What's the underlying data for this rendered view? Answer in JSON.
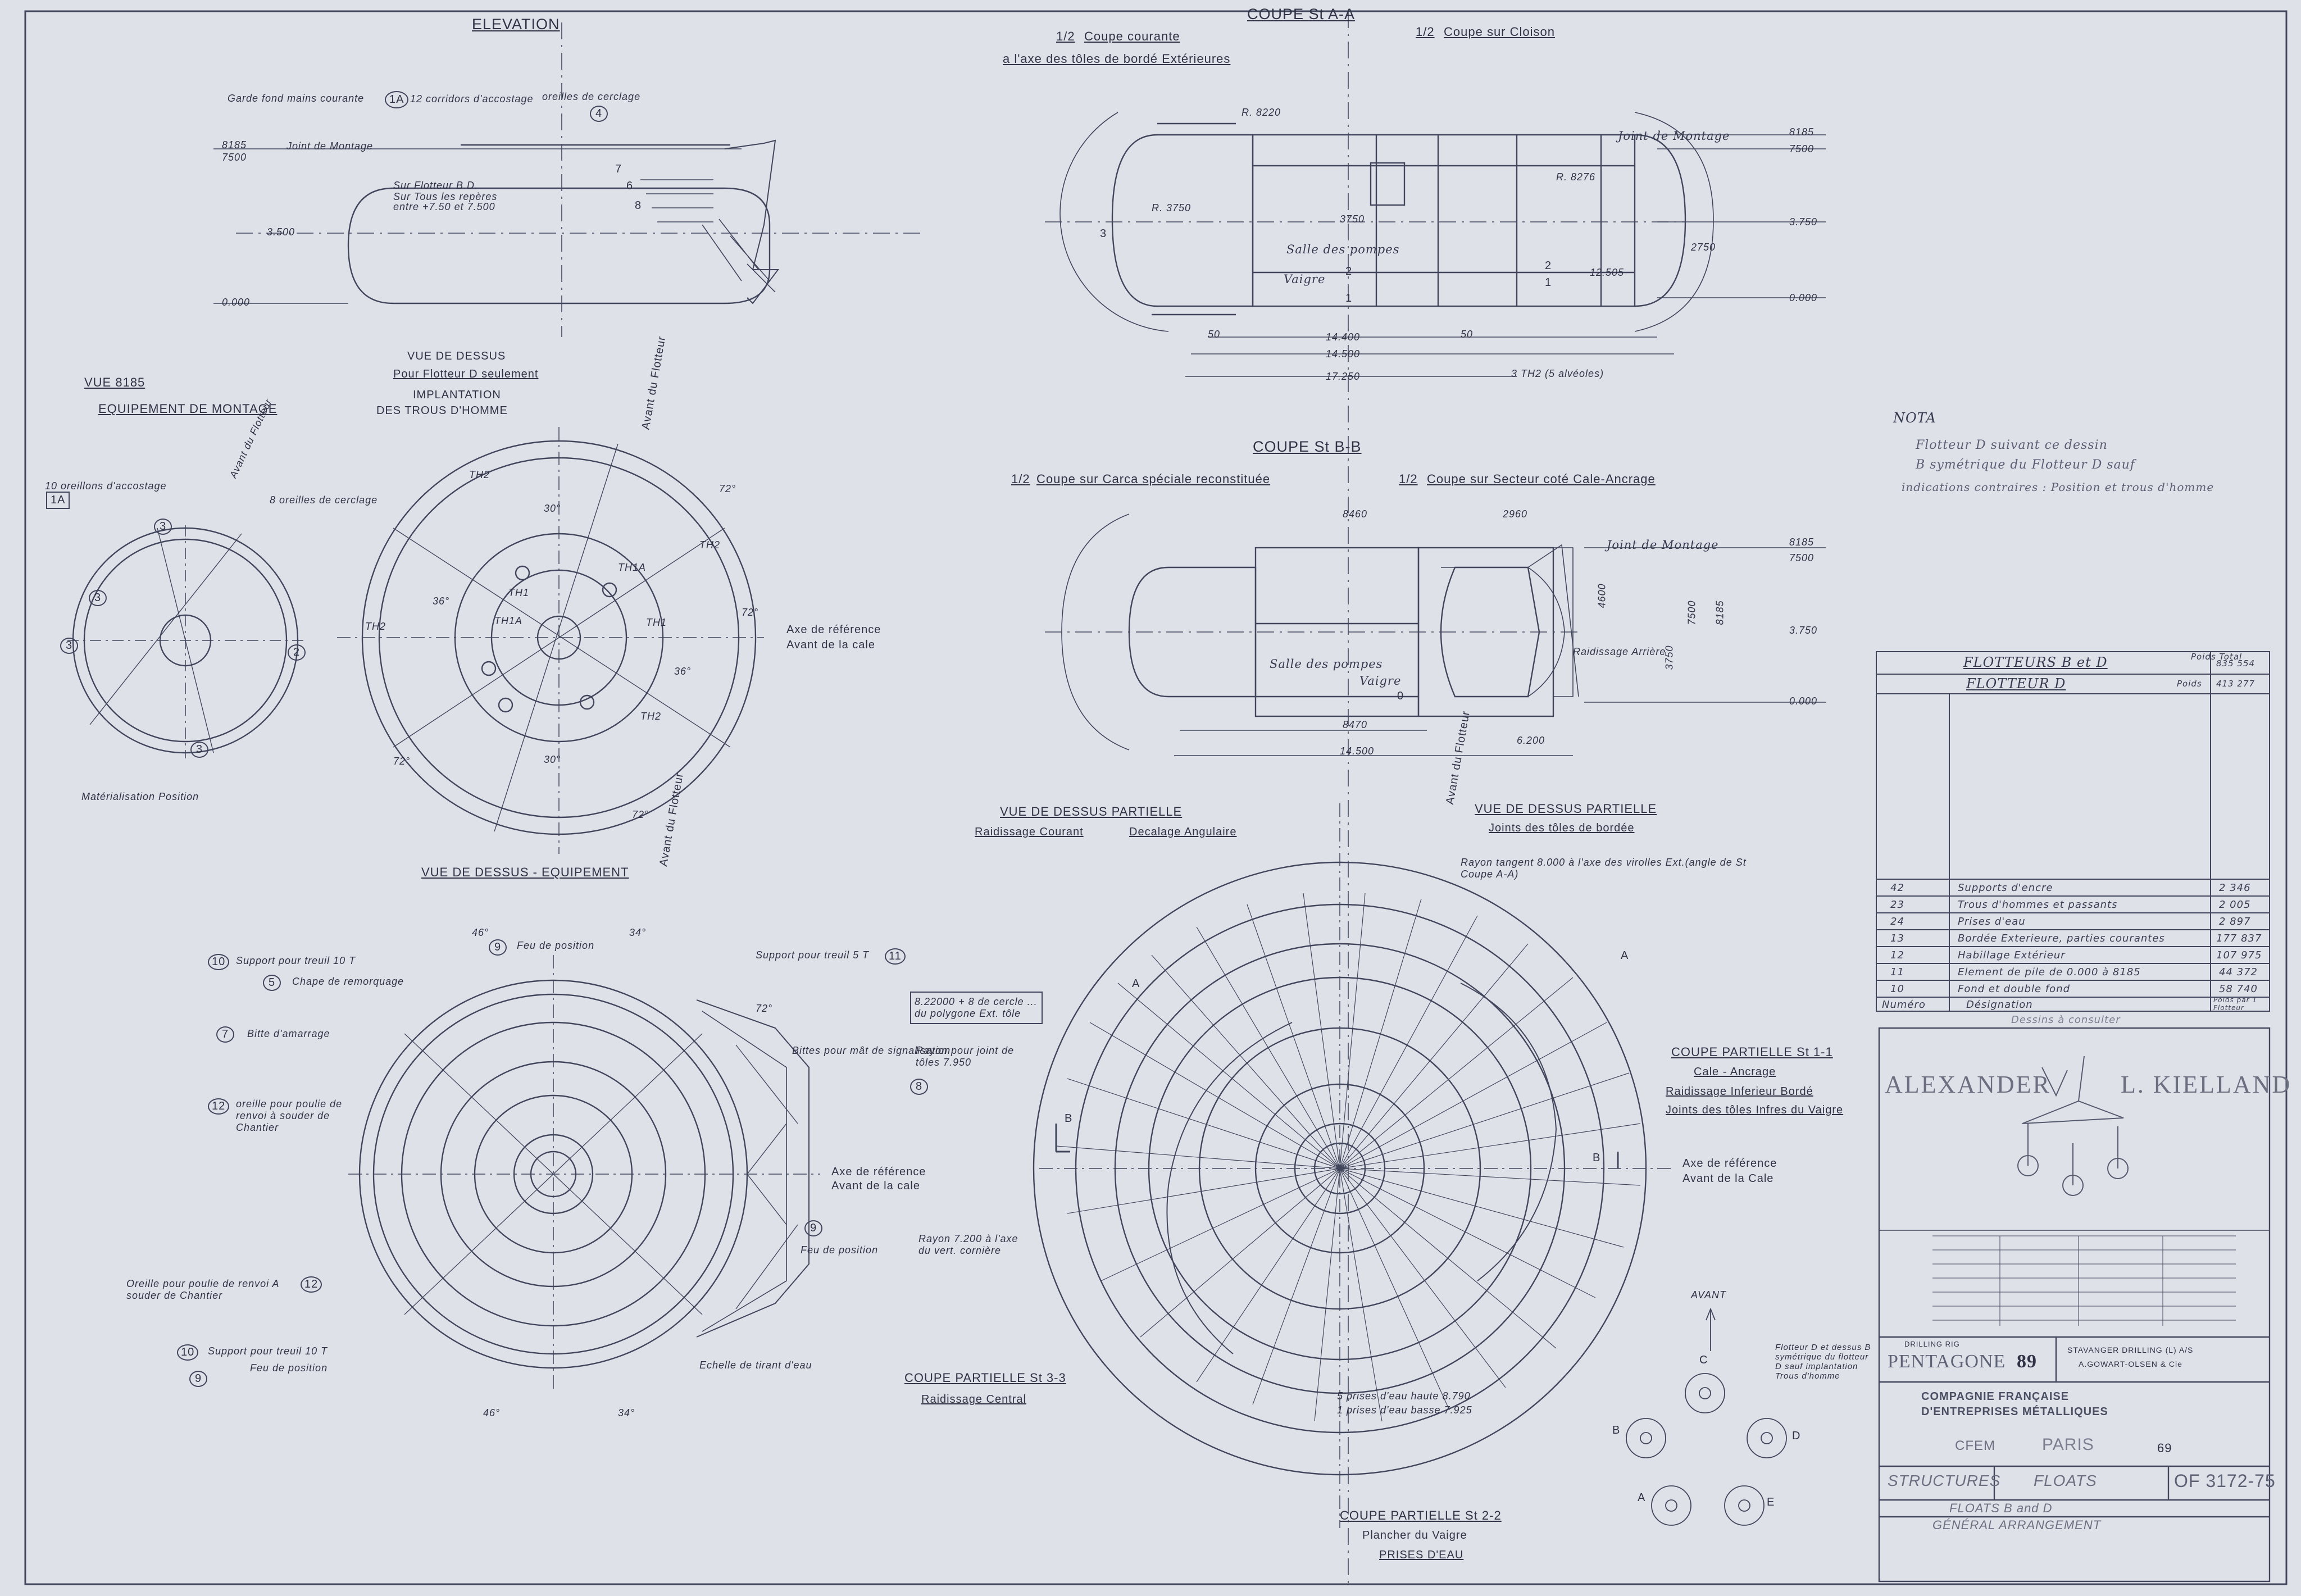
{
  "views": {
    "elevation": {
      "title": "ELEVATION",
      "mark_1a": "1A",
      "n4": "4",
      "n6": "6",
      "n7": "7",
      "n8": "8",
      "notes": [
        "Garde fond mains courante",
        "12 corridors d'accostage",
        "oreilles de cerclage",
        "Joint de Montage",
        "Sur Flotteur B.D.",
        "Sur Tous les repères",
        "entre +7.50 et 7.500"
      ],
      "levels": [
        "8185",
        "7500",
        "3.500",
        "0.000"
      ]
    },
    "coupe_aa": {
      "title": "COUPE St A-A",
      "half_left": "Coupe courante",
      "half_left_2": "a l'axe des tôles de bordé Extérieures",
      "half_right": "Coupe sur Cloison",
      "frac": "1/2",
      "dims": [
        "R. 8220",
        "R. 3750",
        "R. 8276",
        "14.400",
        "14.500",
        "17.250",
        "50",
        "50",
        "3750",
        "2750"
      ],
      "labels": [
        "Joint de Montage",
        "Salle des pompes",
        "Vaigre",
        "3 TH2 (5 alvéoles)",
        "12.505"
      ],
      "levels": [
        "8185",
        "7500",
        "3.750",
        "0.000"
      ],
      "marks": [
        "1",
        "2",
        "3",
        "1",
        "2"
      ]
    },
    "vue_8185": {
      "title": "VUE 8185",
      "subtitle": "EQUIPEMENT DE MONTAGE",
      "mark": "1A",
      "notes": [
        "10 oreillons d'accostage",
        "8 oreilles de cerclage",
        "Avant du Flotteur",
        "Matérialisation Position"
      ],
      "numbers": [
        "3",
        "3",
        "3",
        "2",
        "3"
      ]
    },
    "vue_dessus_d": {
      "title": "VUE DE DESSUS",
      "line2": "Pour Flotteur D seulement",
      "line3": "IMPLANTATION",
      "line4": "DES TROUS D'HOMME",
      "avant": "Avant du Flotteur",
      "axe1": "Axe de référence",
      "axe2": "Avant de la cale",
      "labels": [
        "TH2",
        "TH2",
        "TH1",
        "TH1A",
        "TH1A",
        "TH2",
        "TH2",
        "TH1",
        "72°",
        "72°",
        "72°",
        "72°",
        "36°",
        "36°",
        "30°",
        "30°"
      ]
    },
    "coupe_bb": {
      "title": "COUPE St B-B",
      "half_left": "Coupe sur Carca spéciale reconstituée",
      "half_right": "Coupe sur Secteur coté Cale-Ancrage",
      "frac": "1/2",
      "dims": [
        "8460",
        "8470",
        "14.500",
        "2960",
        "6.200",
        "3750",
        "7500",
        "8185",
        "4600"
      ],
      "labels": [
        "Joint de Montage",
        "Salle des pompes",
        "Vaigre",
        "Raidissage Arrière",
        "0"
      ],
      "levels": [
        "8185",
        "7500",
        "3.750",
        "0.000"
      ]
    },
    "vue_partielle_left": {
      "title": "VUE DE DESSUS PARTIELLE",
      "l2": "Raidissage Courant",
      "l3": "Decalage Angulaire"
    },
    "vue_partielle_right": {
      "title": "VUE DE DESSUS PARTIELLE",
      "l2": "Joints des tôles de bordée",
      "avant": "Avant du Flotteur",
      "note": "Rayon tangent 8.000 à l'axe des virolles Ext.(angle de St Coupe A-A)"
    },
    "vue_equipement": {
      "title": "VUE DE DESSUS - EQUIPEMENT",
      "avant": "Avant du Flotteur",
      "callouts": [
        "Support pour treuil 10 T",
        "Chape de remorquage",
        "Bitte d'amarrage",
        "oreille pour poulie de renvoi à souder de Chantier",
        "Feu de position",
        "Support pour treuil 5 T",
        "Bittes pour mât de signalisation",
        "Feu de position",
        "Oreille pour poulie de renvoi A souder de Chantier",
        "Support pour treuil 10 T",
        "Feu de position",
        "Echelle de tirant d'eau"
      ],
      "nums": [
        "10",
        "5",
        "7",
        "12",
        "9",
        "11",
        "8",
        "9",
        "12",
        "10",
        "9"
      ],
      "axe1": "Axe de référence",
      "axe2": "Avant de la cale",
      "angles": [
        "46°",
        "34°",
        "46°",
        "34°",
        "72°"
      ]
    },
    "center_notes": {
      "box": "8.22000 + 8 de cercle ... du polygone Ext. tôle",
      "rayon_joint": "Rayon pour joint de tôles 7.950",
      "rayon_7200": "Rayon 7.200 à l'axe du vert. cornière"
    },
    "coupe_11": {
      "title": "COUPE PARTIELLE St 1-1",
      "l2": "Cale - Ancrage",
      "l3": "Raidissage Inferieur Bordé",
      "l4": "Joints des tôles Infres du Vaigre",
      "axe1": "Axe de référence",
      "axe2": "Avant de la Cale"
    },
    "coupe_33": {
      "title": "COUPE PARTIELLE St 3-3",
      "l2": "Raidissage Central"
    },
    "coupe_22": {
      "title": "COUPE PARTIELLE St 2-2",
      "l2": "Plancher du Vaigre",
      "l3": "PRISES D'EAU",
      "note1": "5 prises d'eau haute 8.790",
      "note2": "1 prises d'eau basse 7.925"
    },
    "section_marks": {
      "a": "A",
      "a2": "A",
      "b": "B",
      "b2": "B",
      "c": "C",
      "d": "D",
      "e": "E",
      "avant": "AVANT",
      "note": "Flotteur D et dessus B symétrique du flotteur D sauf implantation Trous d'homme"
    }
  },
  "nota": {
    "title": "NOTA",
    "line1": "Flotteur D suivant ce dessin",
    "line2": "B symétrique du Flotteur D sauf",
    "line3": "indications contraires : Position et trous d'homme"
  },
  "table": {
    "h1": "FLOTTEURS B et D",
    "h1_right": "Poids Total",
    "h1_val": "835 554",
    "h2": "FLOTTEUR D",
    "h2_right": "Poids",
    "h2_val": "413 277",
    "rows": [
      {
        "n": "42",
        "d": "Supports d'encre",
        "w": "2 346"
      },
      {
        "n": "23",
        "d": "Trous d'hommes et passants",
        "w": "2 005"
      },
      {
        "n": "24",
        "d": "Prises d'eau",
        "w": "2 897"
      },
      {
        "n": "13",
        "d": "Bordée Exterieure, parties courantes",
        "w": "177 837"
      },
      {
        "n": "12",
        "d": "Habillage Extérieur",
        "w": "107 975"
      },
      {
        "n": "11",
        "d": "Element de pile de 0.000 à 8185",
        "w": "44 372"
      },
      {
        "n": "10",
        "d": "Fond et double fond",
        "w": "58 740"
      }
    ],
    "col1": "Numéro",
    "col2": "Désignation",
    "col3": "Poids par 1 Flotteur",
    "footer": "Dessins à consulter"
  },
  "titleblock": {
    "name_left": "ALEXANDER",
    "name_right": "L. KIELLAND",
    "drilling": "DRILLING RIG",
    "pentagone": "PENTAGONE",
    "pentagone_no": "89",
    "stavanger": "STAVANGER DRILLING (L) A/S",
    "owner2": "A.GOWART-OLSEN & Cie",
    "cfem1": "COMPAGNIE FRANÇAISE",
    "cfem2": "D'ENTREPRISES MÉTALLIQUES",
    "cfem": "CFEM",
    "paris": "PARIS",
    "no": "69",
    "structures": "STRUCTURES",
    "floats": "FLOATS",
    "drawing_no": "OF 3172-75",
    "desc1": "FLOATS B and D",
    "desc2": "GÉNÉRAL ARRANGEMENT"
  }
}
